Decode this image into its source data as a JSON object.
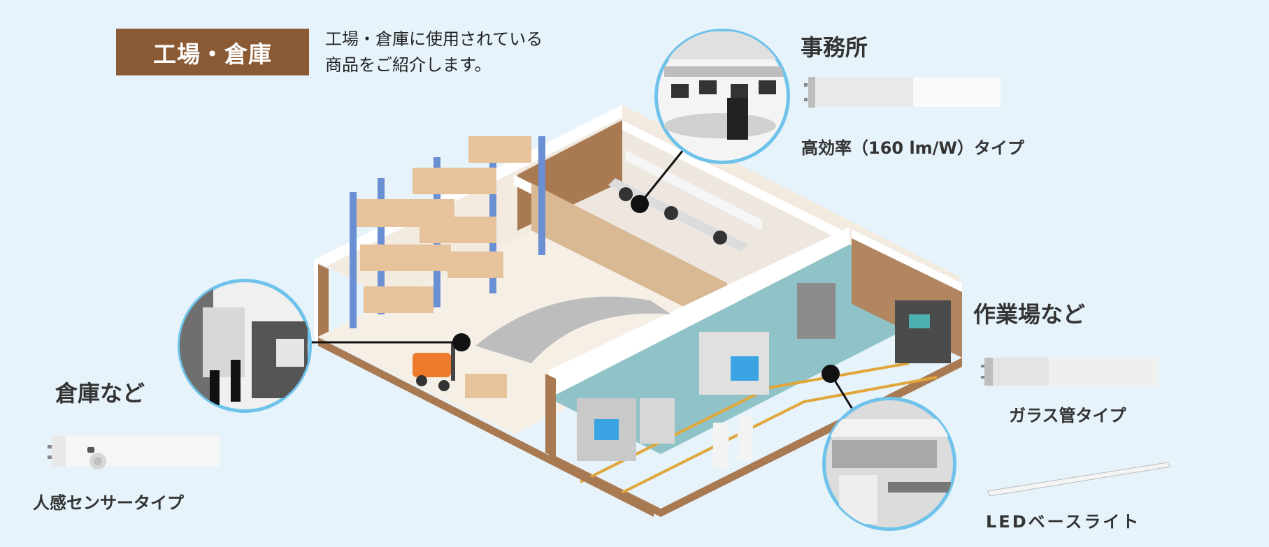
{
  "header": {
    "title": "工場・倉庫",
    "intro_line1": "工場・倉庫に使用されている",
    "intro_line2": "商品をご紹介します。"
  },
  "sections": {
    "office": {
      "title": "事務所",
      "product": "高効率（160 lm/W）タイプ"
    },
    "workshop": {
      "title": "作業場など",
      "product_1": "ガラス管タイプ",
      "product_2": "LEDベースライト"
    },
    "warehouse": {
      "title": "倉庫など",
      "product": "人感センサータイプ"
    }
  },
  "colors": {
    "background": "#e6f3fb",
    "title_box": "#8a5a35",
    "circle_ring": "#6fc3ea",
    "floor_green": "#8fc3c7",
    "wall_brown": "#9c6b45"
  }
}
